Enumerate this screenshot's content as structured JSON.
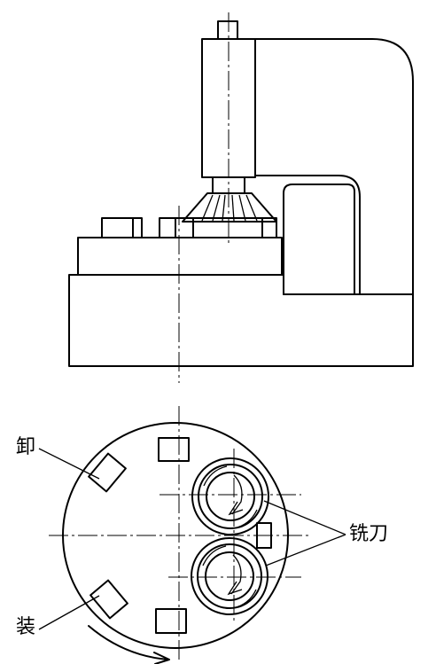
{
  "labels": {
    "unload": "卸",
    "load": "装",
    "cutter": "铣刀"
  }
}
